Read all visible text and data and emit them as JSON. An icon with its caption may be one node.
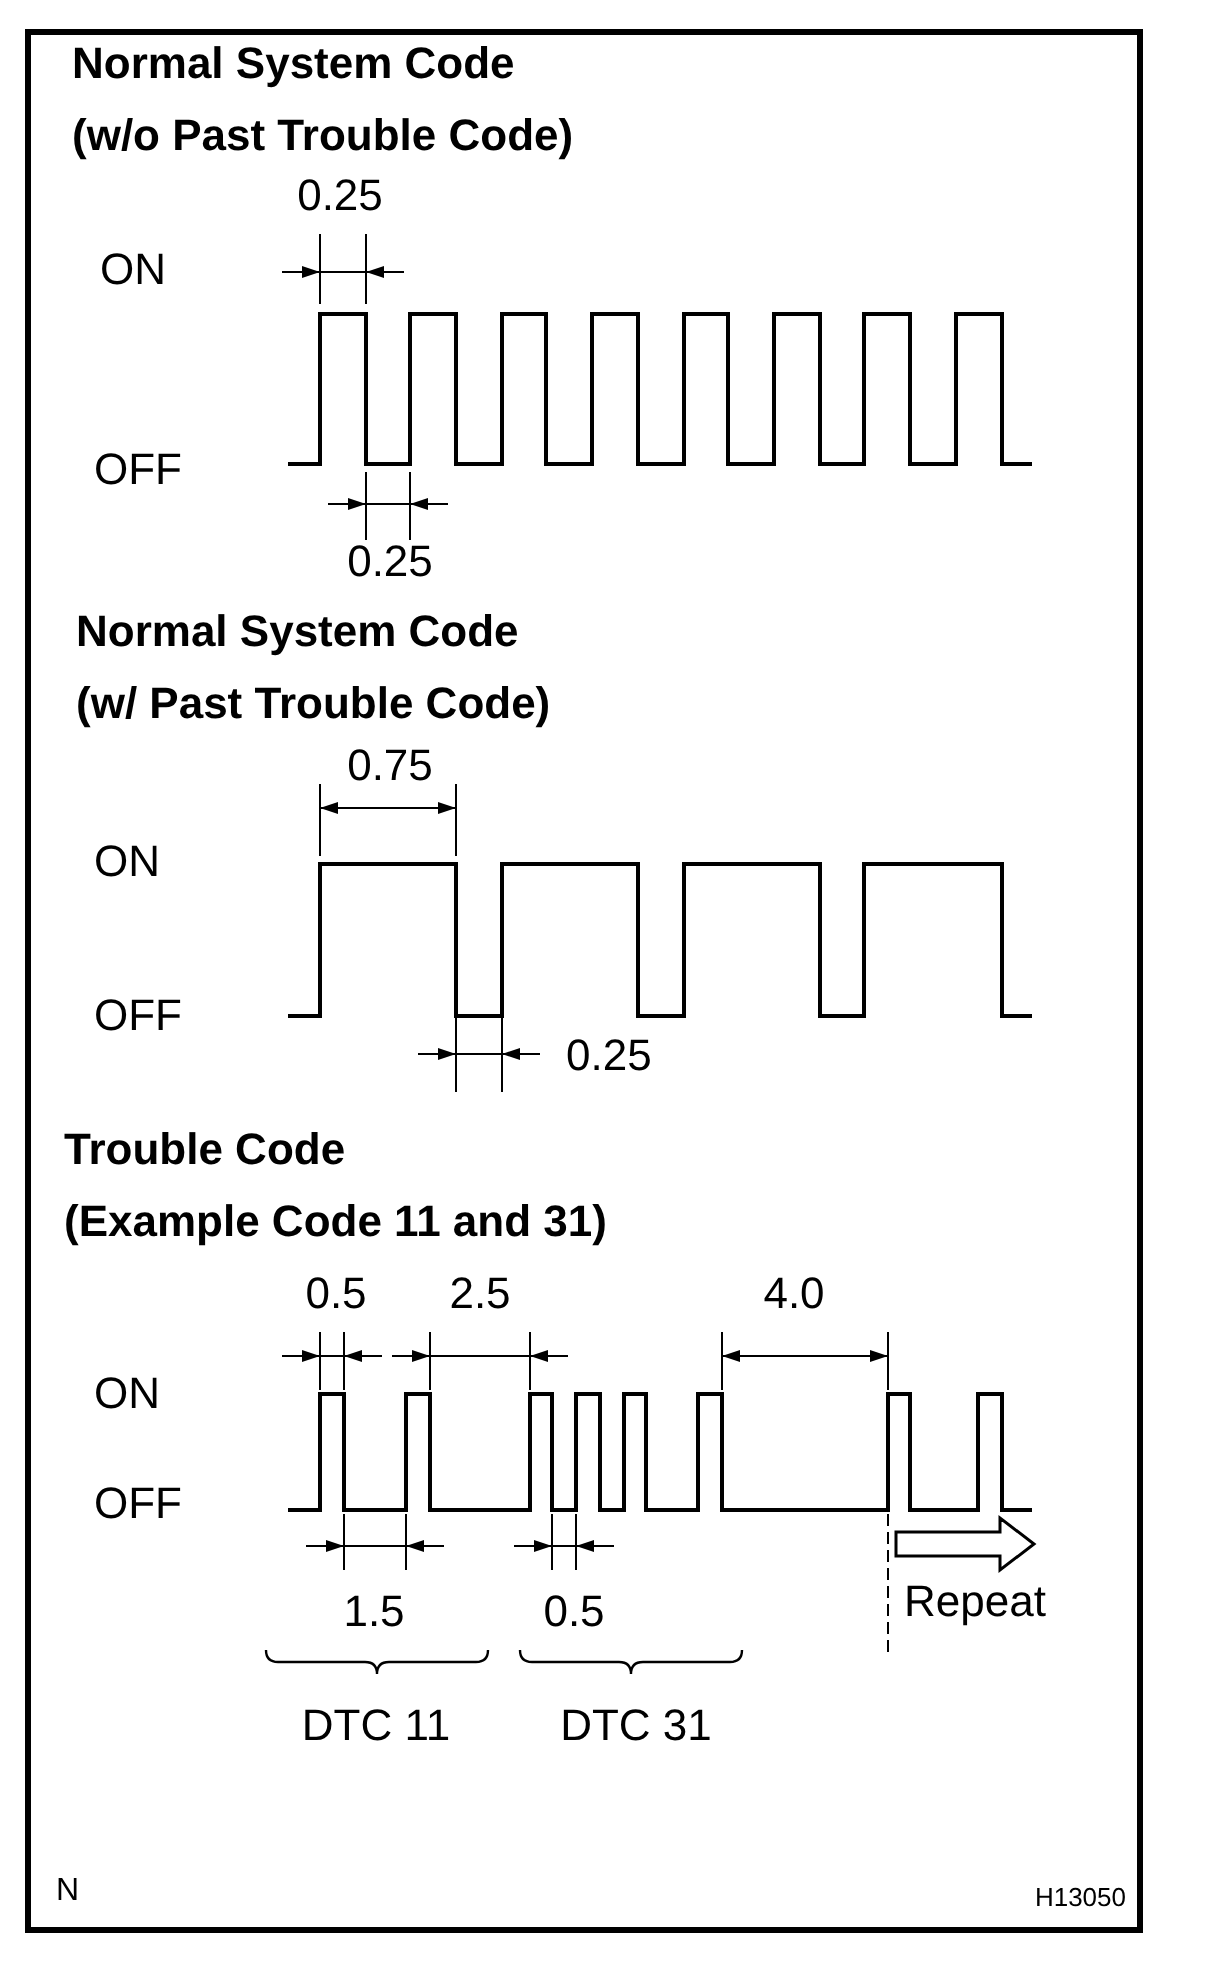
{
  "diagram": {
    "labels": [
      "Normal System Code",
      "(w/o Past Trouble Code)",
      "0.25",
      "ON",
      "OFF",
      "0.25",
      "Normal System Code",
      "(w/ Past Trouble Code)",
      "0.75",
      "ON",
      "OFF",
      "0.25",
      "Trouble Code",
      "(Example Code 11 and 31)",
      "0.5",
      "2.5",
      "4.0",
      "ON",
      "OFF",
      "1.5",
      "0.5",
      "Repeat",
      "DTC 11",
      "DTC 31",
      "N",
      "H13050"
    ]
  }
}
